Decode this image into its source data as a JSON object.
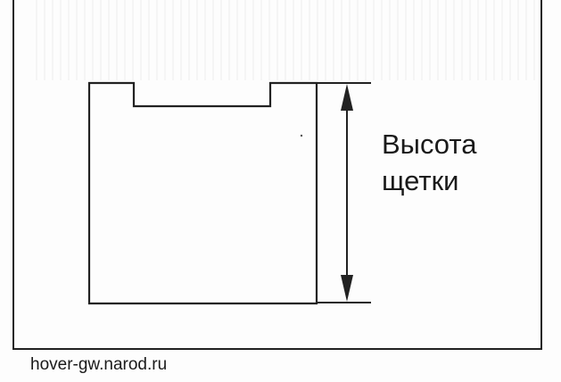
{
  "diagram": {
    "label_line_1": "Высота",
    "label_line_2": "щетки",
    "stroke_color": "#222222"
  },
  "watermark": {
    "text": "hover-gw.narod.ru"
  }
}
